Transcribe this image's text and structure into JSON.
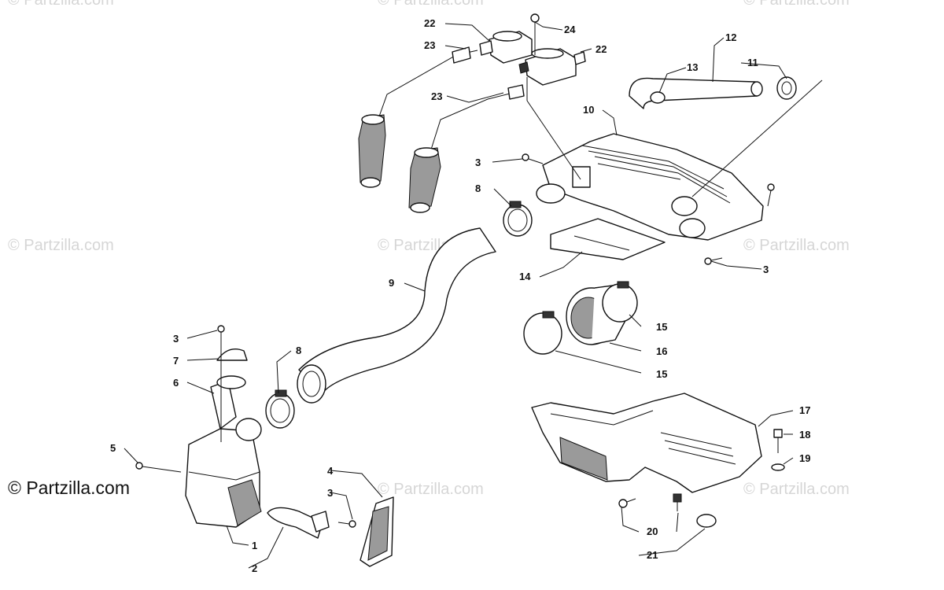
{
  "watermark": {
    "text": "© Partzilla.com",
    "brand_label": "© Partzilla.com"
  },
  "callouts": [
    {
      "id": "c1",
      "label": "1"
    },
    {
      "id": "c2",
      "label": "2"
    },
    {
      "id": "c3a",
      "label": "3"
    },
    {
      "id": "c3b",
      "label": "3"
    },
    {
      "id": "c3c",
      "label": "3"
    },
    {
      "id": "c3d",
      "label": "3"
    },
    {
      "id": "c4",
      "label": "4"
    },
    {
      "id": "c5",
      "label": "5"
    },
    {
      "id": "c6",
      "label": "6"
    },
    {
      "id": "c7",
      "label": "7"
    },
    {
      "id": "c8a",
      "label": "8"
    },
    {
      "id": "c8b",
      "label": "8"
    },
    {
      "id": "c9",
      "label": "9"
    },
    {
      "id": "c10",
      "label": "10"
    },
    {
      "id": "c11",
      "label": "11"
    },
    {
      "id": "c12",
      "label": "12"
    },
    {
      "id": "c13",
      "label": "13"
    },
    {
      "id": "c14",
      "label": "14"
    },
    {
      "id": "c15a",
      "label": "15"
    },
    {
      "id": "c15b",
      "label": "15"
    },
    {
      "id": "c16",
      "label": "16"
    },
    {
      "id": "c17",
      "label": "17"
    },
    {
      "id": "c18",
      "label": "18"
    },
    {
      "id": "c19",
      "label": "19"
    },
    {
      "id": "c20",
      "label": "20"
    },
    {
      "id": "c21",
      "label": "21"
    },
    {
      "id": "c22a",
      "label": "22"
    },
    {
      "id": "c22b",
      "label": "22"
    },
    {
      "id": "c23a",
      "label": "23"
    },
    {
      "id": "c23b",
      "label": "23"
    },
    {
      "id": "c24",
      "label": "24"
    }
  ]
}
